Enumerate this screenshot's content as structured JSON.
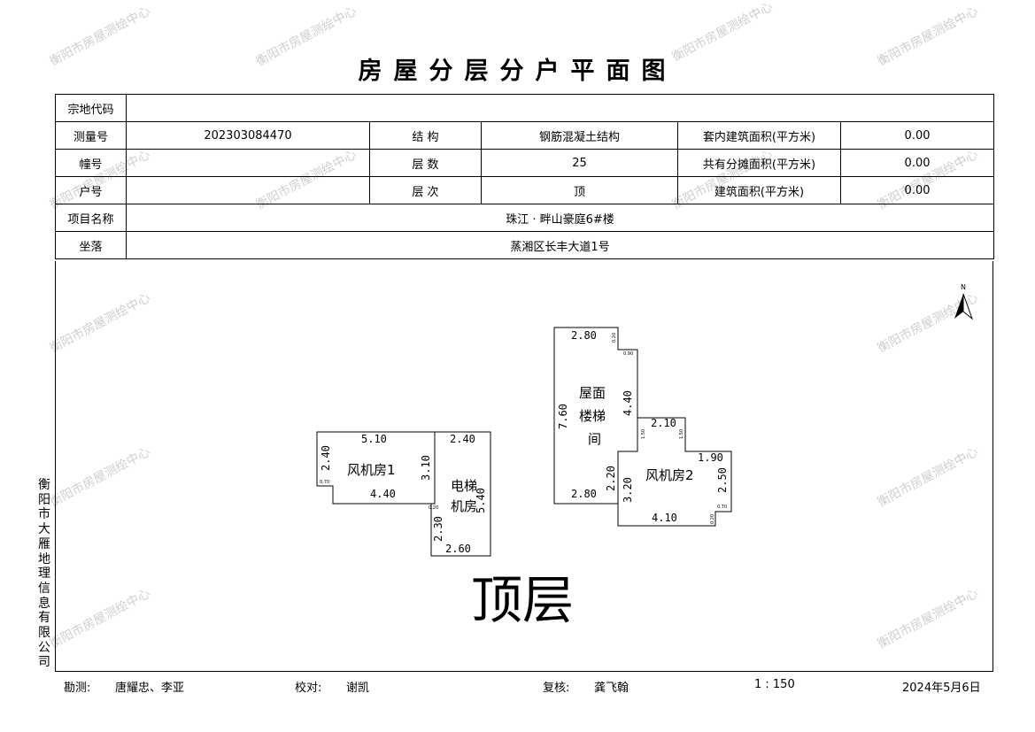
{
  "watermark_text": "衡阳市房屋测绘中心",
  "title": "房屋分层分户平面图",
  "table": {
    "row1": {
      "label": "宗地代码",
      "value": ""
    },
    "row2": {
      "label1": "测量号",
      "value1": "202303084470",
      "label2": "结  构",
      "value2": "钢筋混凝土结构",
      "label3": "套内建筑面积(平方米)",
      "value3": "0.00"
    },
    "row3": {
      "label1": "幢号",
      "value1": "",
      "label2": "层  数",
      "value2": "25",
      "label3": "共有分摊面积(平方米)",
      "value3": "0.00"
    },
    "row4": {
      "label1": "户号",
      "value1": "",
      "label2": "层  次",
      "value2": "顶",
      "label3": "建筑面积(平方米)",
      "value3": "0.00"
    },
    "row5": {
      "label": "项目名称",
      "value": "珠江 · 畔山豪庭6#楼"
    },
    "row6": {
      "label": "坐落",
      "value": "蒸湘区长丰大道1号"
    }
  },
  "north_label": "N",
  "floor_label": "顶层",
  "company": "衡阳市大雁地理信息有限公司",
  "plan": {
    "room1": {
      "name": "风机房1",
      "d_top": "5.10",
      "d_left": "2.40",
      "d_bottom": "4.40",
      "d_right": "3.10",
      "d_small": "0.70"
    },
    "room2": {
      "name_line1": "电梯",
      "name_line2": "机房",
      "d_top": "2.40",
      "d_right": "5.40",
      "d_left": "2.30",
      "d_bottom": "2.60",
      "d_small": "0.20"
    },
    "room3": {
      "name_line1": "屋面",
      "name_line2": "楼梯",
      "name_line3": "间",
      "d_top": "2.80",
      "d_left": "7.60",
      "d_right": "4.40",
      "d_bottom": "2.80",
      "d_inner": "2.20",
      "d_s1": "0.20",
      "d_s2": "0.90"
    },
    "room4": {
      "name": "风机房2",
      "d_top": "2.10",
      "d_top2": "1.90",
      "d_left": "3.20",
      "d_right": "2.50",
      "d_bottom": "4.10",
      "d_s1": "1.50",
      "d_s2": "1.50",
      "d_s3": "0.70",
      "d_s4": "0.20"
    }
  },
  "footer": {
    "survey_label": "勘测:",
    "survey_value": "唐耀忠、李亚",
    "check_label": "校对:",
    "check_value": "谢凯",
    "review_label": "复核:",
    "review_value": "龚飞翰",
    "scale": "1 : 150",
    "date": "2024年5月6日"
  }
}
